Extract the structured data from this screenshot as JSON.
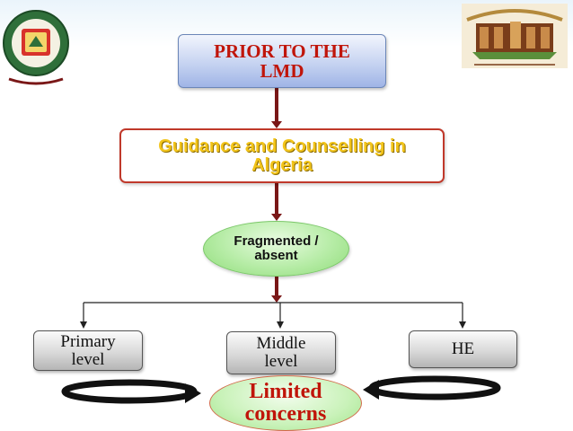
{
  "diagram": {
    "prior_label": "PRIOR TO THE LMD",
    "guidance_label": "Guidance and Counselling in Algeria",
    "fragmented_label": "Fragmented / absent",
    "primary_label": "Primary level",
    "middle_label": "Middle level",
    "he_label": "HE",
    "limited_label": "Limited concerns"
  },
  "logos": {
    "left": "university-departement-seal-icon",
    "right": "university-building-emblem-icon"
  },
  "colors": {
    "title_red": "#c0150a",
    "guidance_gold": "#f2c41a",
    "connector_dark_red": "#7a1717",
    "fragmented_green": "#b6eca6"
  }
}
